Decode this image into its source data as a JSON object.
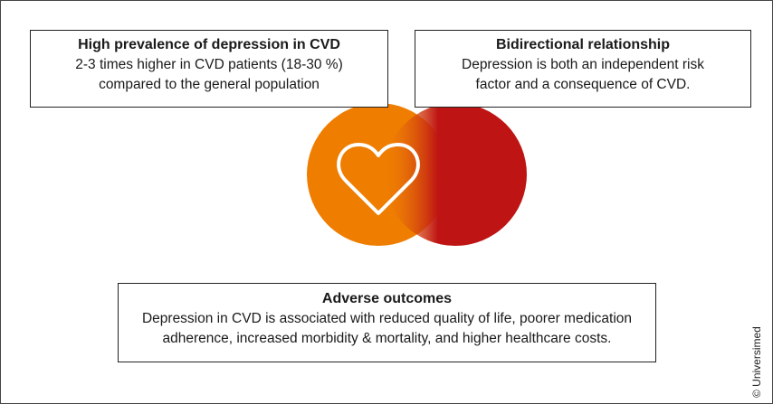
{
  "boxes": {
    "prevalence": {
      "title": "High prevalence of depression in CVD",
      "line1": "2-3 times higher in CVD patients (18-30 %)",
      "line2": "compared to the general population"
    },
    "bidirectional": {
      "title": "Bidirectional relationship",
      "line1": "Depression is both an independent risk",
      "line2": "factor and a consequence of CVD."
    },
    "outcomes": {
      "title": "Adverse outcomes",
      "line1": "Depression in CVD is associated with reduced quality of life, poorer medication",
      "line2": "adherence, increased morbidity & mortality, and higher healthcare costs."
    }
  },
  "colors": {
    "orange": "#ef7d00",
    "red": "#be1414",
    "heart": "#ffffff"
  },
  "icons": {
    "center": "heart-icon"
  },
  "copyright": "© Universimed"
}
